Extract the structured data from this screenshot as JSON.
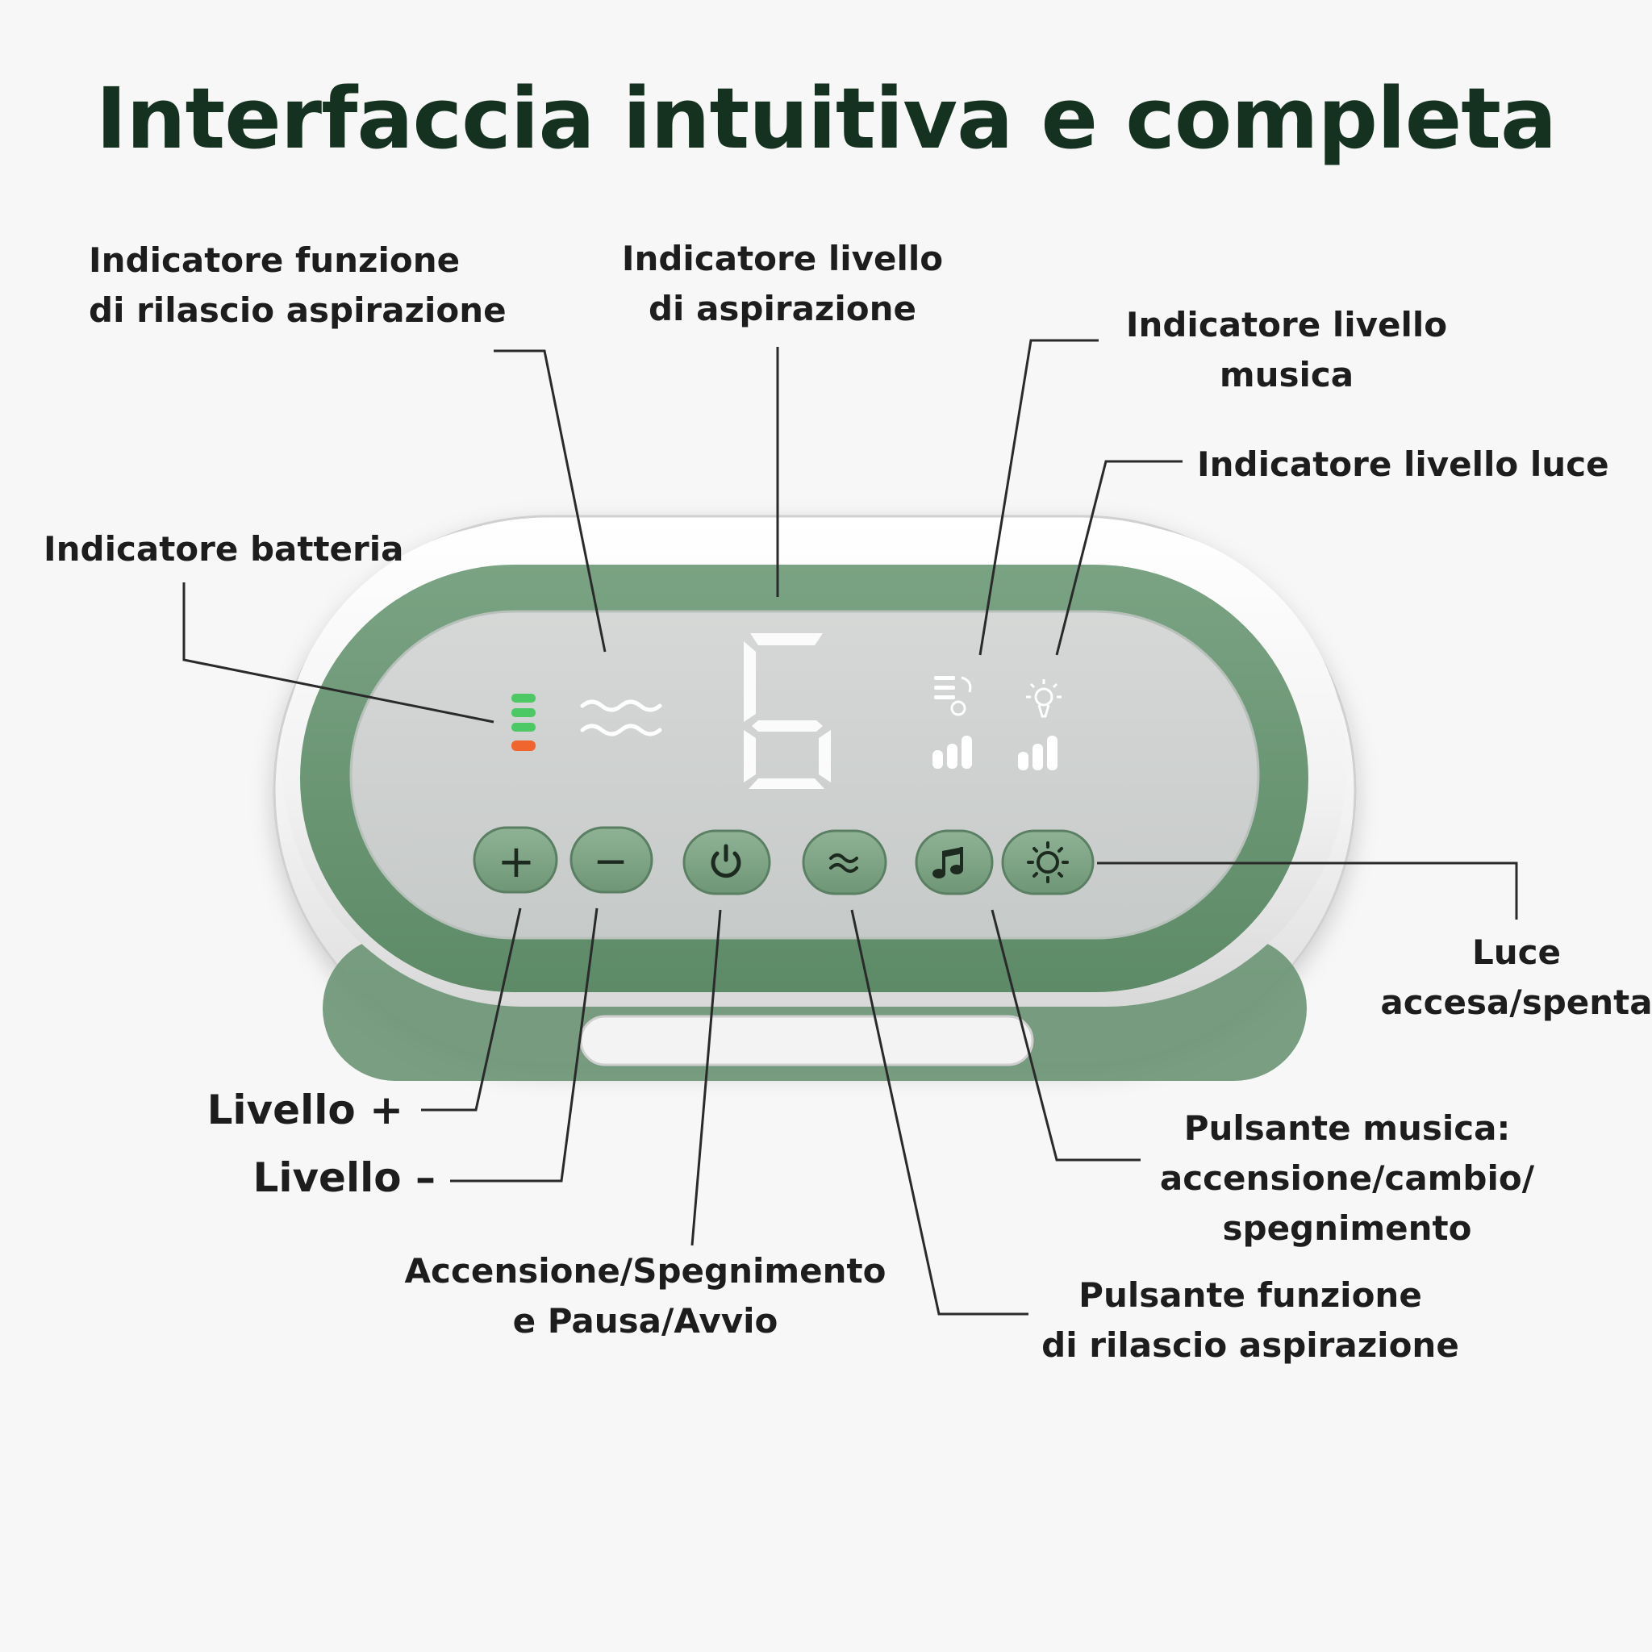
{
  "title": "Interfaccia intuitiva e completa",
  "labels": {
    "suction_release_indicator": [
      "Indicatore funzione",
      "di rilascio aspirazione"
    ],
    "suction_level_indicator": [
      "Indicatore livello",
      "di aspirazione"
    ],
    "music_level_indicator": [
      "Indicatore livello",
      "musica"
    ],
    "light_level_indicator": "Indicatore livello luce",
    "battery_indicator": "Indicatore batteria",
    "light_toggle": [
      "Luce",
      "accesa/spenta"
    ],
    "level_plus": "Livello +",
    "level_minus": "Livello –",
    "music_button": [
      "Pulsante musica:",
      "accensione/cambio/",
      "spegnimento"
    ],
    "power_button": [
      "Accensione/Spegnimento",
      "e Pausa/Avvio"
    ],
    "suction_release_button": [
      "Pulsante funzione",
      "di rilascio aspirazione"
    ]
  },
  "display": {
    "level_digit": "6"
  },
  "buttons": {
    "plus_symbol": "+",
    "minus_symbol": "−"
  },
  "icons": {
    "battery": "battery-icon",
    "wave": "wave-icon",
    "music_note": "music-note-icon",
    "power": "power-icon",
    "sun": "sun-icon"
  },
  "colors": {
    "title": "#14321f",
    "panel_green": "#6e9977",
    "button_green": "#7fa386",
    "battery_green": "#4cc964",
    "battery_orange": "#f0652d"
  }
}
